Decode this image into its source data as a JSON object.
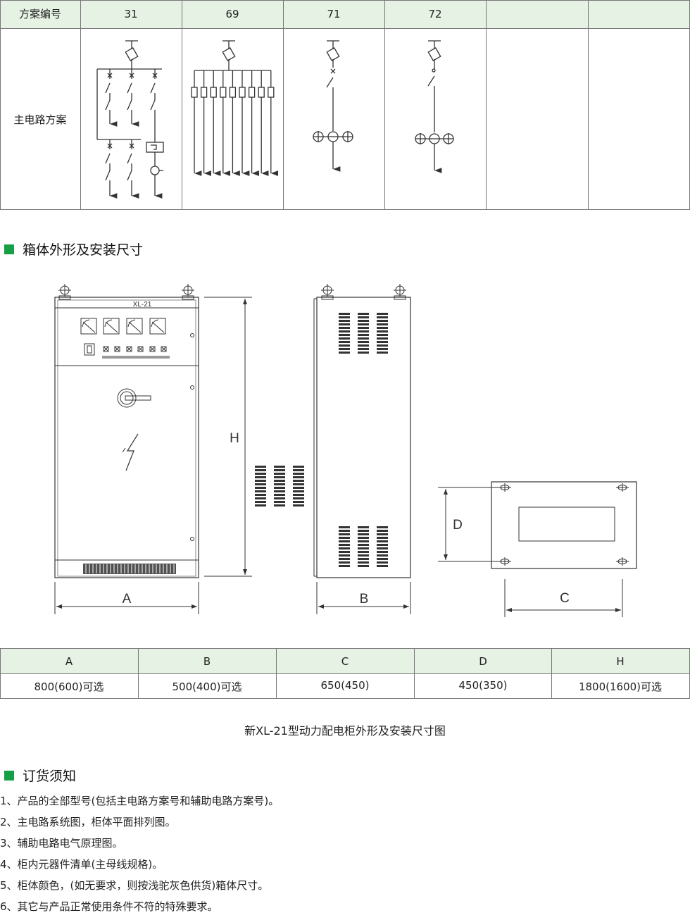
{
  "scheme_table": {
    "header_label": "方案编号",
    "scheme_numbers": [
      "31",
      "69",
      "71",
      "72",
      "",
      ""
    ],
    "row_label": "主电路方案"
  },
  "section_dimensions": {
    "title": "箱体外形及安装尺寸"
  },
  "drawing": {
    "front_panel_label": "XL-21",
    "dimension_letters": {
      "a": "A",
      "b": "B",
      "c": "C",
      "d": "D",
      "h": "H"
    }
  },
  "dims_table": {
    "headers": [
      "A",
      "B",
      "C",
      "D",
      "H"
    ],
    "values": [
      "800(600)可选",
      "500(400)可选",
      "650(450)",
      "450(350)",
      "1800(1600)可选"
    ]
  },
  "caption": "新XL-21型动力配电柜外形及安装尺寸图",
  "section_ordering": {
    "title": "订货须知",
    "items": [
      "1、产品的全部型号(包括主电路方案号和辅助电路方案号)。",
      "2、主电路系统图，柜体平面排列图。",
      "3、辅助电路电气原理图。",
      "4、柜内元器件清单(主母线规格)。",
      "5、柜体颜色，(如无要求，则按浅驼灰色供货)箱体尺寸。",
      "6、其它与产品正常使用条件不符的特殊要求。"
    ]
  },
  "colors": {
    "header_fill": "#e6f2e3",
    "accent_green": "#16a045",
    "line": "#333333"
  }
}
